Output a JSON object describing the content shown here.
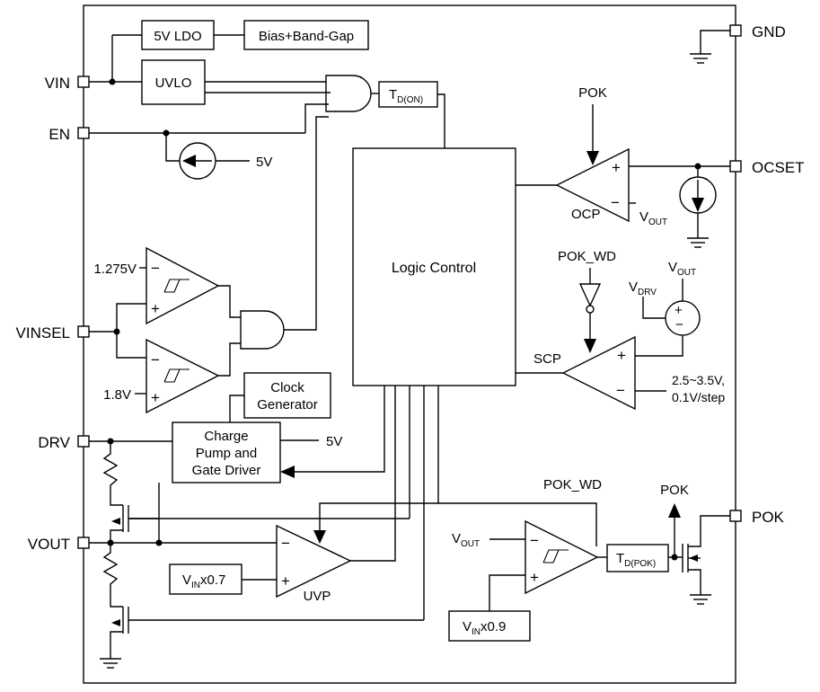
{
  "pins": {
    "vin": "VIN",
    "en": "EN",
    "vinsel": "VINSEL",
    "drv": "DRV",
    "vout": "VOUT",
    "gnd": "GND",
    "ocset": "OCSET",
    "pok": "POK"
  },
  "blocks": {
    "ldo": "5V LDO",
    "bias": "Bias+Band-Gap",
    "uvlo": "UVLO",
    "td_on_main": "T",
    "td_on_sub": "D(ON)",
    "logic": "Logic Control",
    "clock_line1": "Clock",
    "clock_line2": "Generator",
    "cp_line1": "Charge",
    "cp_line2": "Pump and",
    "cp_line3": "Gate Driver",
    "td_pok_main": "T",
    "td_pok_sub": "D(POK)",
    "vin07_main": "V",
    "vin07_sub": "IN",
    "vin07_tail": "x0.7",
    "vin09_main": "V",
    "vin09_sub": "IN",
    "vin09_tail": "x0.9"
  },
  "labels": {
    "v5_en": "5V",
    "v5_cp": "5V",
    "ref_1275": "1.275V",
    "ref_18": "1.8V",
    "pok_top": "POK",
    "ocp": "OCP",
    "vout_ocp_main": "V",
    "vout_ocp_sub": "OUT",
    "pok_wd_top": "POK_WD",
    "vdrv_main": "V",
    "vdrv_sub": "DRV",
    "vout_src_main": "V",
    "vout_src_sub": "OUT",
    "scp": "SCP",
    "scp_range1": "2.5~3.5V,",
    "scp_range2": "0.1V/step",
    "uvp": "UVP",
    "pok_wd_bottom": "POK_WD",
    "pok_arrow": "POK",
    "vout_pok_main": "V",
    "vout_pok_sub": "OUT"
  },
  "signs": {
    "plus": "+",
    "minus": "−"
  }
}
